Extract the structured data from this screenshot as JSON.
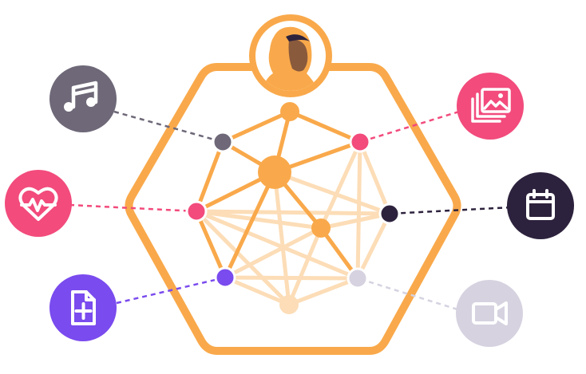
{
  "colors": {
    "hexagon": "#F9A94B",
    "strong_link": "#F9A94B",
    "faint_link": "#FCDDB7",
    "music": "#6E6878",
    "health": "#F24B7C",
    "medical_file": "#7A4BEE",
    "photos": "#F24B7C",
    "calendar": "#2D223D",
    "video": "#D6D2E0",
    "icon_glyph": "#ffffff",
    "avatar_skin": "#8A5A3C",
    "avatar_hijab": "#F9A94B",
    "avatar_accent": "#2D223D"
  },
  "avatar": {
    "icon": "person-in-hijab-avatar"
  },
  "apps": [
    {
      "id": "music",
      "icon": "music-note-icon"
    },
    {
      "id": "health",
      "icon": "heart-rate-icon"
    },
    {
      "id": "medical-file",
      "icon": "medical-file-icon"
    },
    {
      "id": "photos",
      "icon": "photo-gallery-icon"
    },
    {
      "id": "calendar",
      "icon": "calendar-icon"
    },
    {
      "id": "video",
      "icon": "video-camera-icon"
    }
  ]
}
